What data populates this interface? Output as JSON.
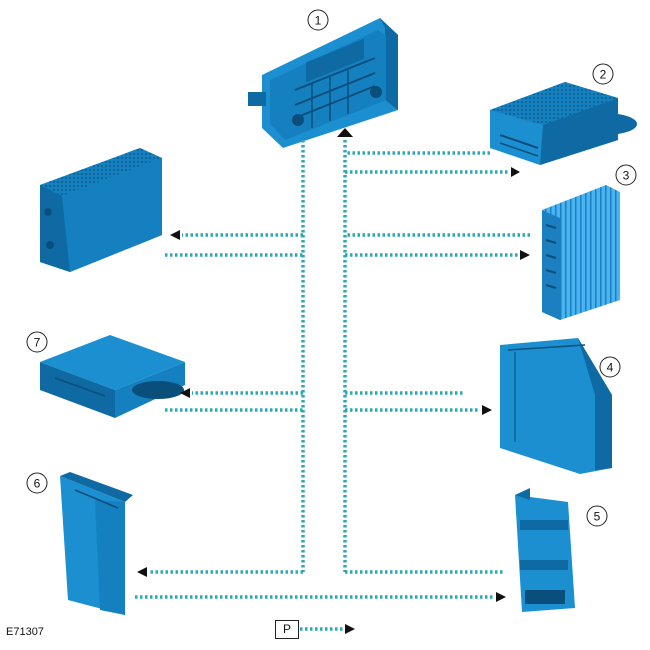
{
  "diagram": {
    "callouts": [
      "1",
      "2",
      "3",
      "4",
      "5",
      "6",
      "7"
    ],
    "legend_symbol": "P",
    "figure_id": "E71307",
    "colors": {
      "module_fill": "#1b8fd0",
      "module_shade": "#0f6aa3",
      "module_dark": "#0a4f7c",
      "link_line": "#2fa8b5",
      "arrow": "#111111"
    }
  }
}
